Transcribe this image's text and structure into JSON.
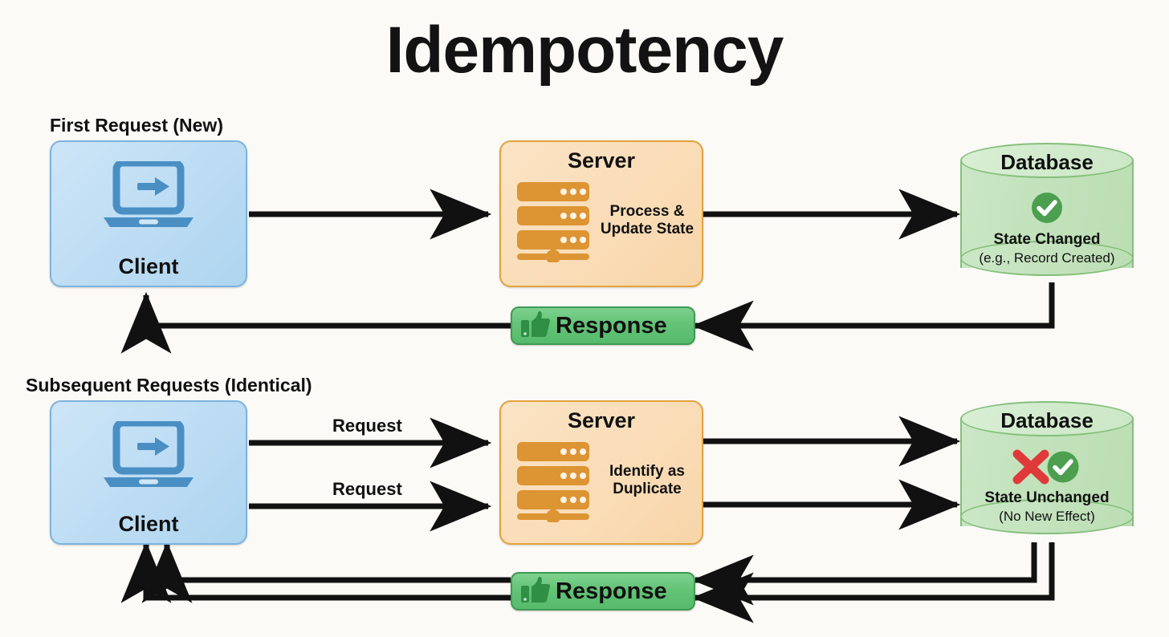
{
  "page": {
    "title": "Idempotency",
    "background_color": "#fbfaf7"
  },
  "colors": {
    "client_fill": "#bcdcf3",
    "client_border": "#7db3dd",
    "client_icon": "#4a8fc4",
    "server_fill": "#fadcb6",
    "server_border": "#e2a33e",
    "server_icon": "#dd9433",
    "database_fill": "#c2e2bb",
    "database_border": "#86bf7c",
    "response_fill": "#63c377",
    "response_border": "#3f9a53",
    "check_green": "#4c9f4f",
    "cross_red": "#e0393a",
    "arrow_black": "#111111",
    "text_black": "#111111"
  },
  "sections": [
    {
      "id": "first-request",
      "label": "First Request (New)",
      "client": {
        "label": "Client",
        "icon": "laptop-arrow-icon"
      },
      "server": {
        "title": "Server",
        "subtitle": "Process &\nUpdate State",
        "subtitle_line1": "Process &",
        "subtitle_line2": "Update State",
        "icon": "server-rack-icon"
      },
      "database": {
        "title": "Database",
        "status": "State Changed",
        "note": "(e.g., Record Created)",
        "icons": [
          "check-circle-icon"
        ]
      },
      "response": {
        "label": "Response",
        "icon": "thumbs-up-icon"
      },
      "request_labels": []
    },
    {
      "id": "subsequent-requests",
      "label": "Subsequent Requests (Identical)",
      "client": {
        "label": "Client",
        "icon": "laptop-arrow-icon"
      },
      "server": {
        "title": "Server",
        "subtitle": "Identify as\nDuplicate",
        "subtitle_line1": "Identify as",
        "subtitle_line2": "Duplicate",
        "icon": "server-rack-icon"
      },
      "database": {
        "title": "Database",
        "status": "State Unchanged",
        "note": "(No New Effect)",
        "icons": [
          "cross-icon",
          "check-circle-icon"
        ]
      },
      "response": {
        "label": "Response",
        "icon": "thumbs-up-icon"
      },
      "request_labels": [
        "Request",
        "Request"
      ]
    }
  ]
}
